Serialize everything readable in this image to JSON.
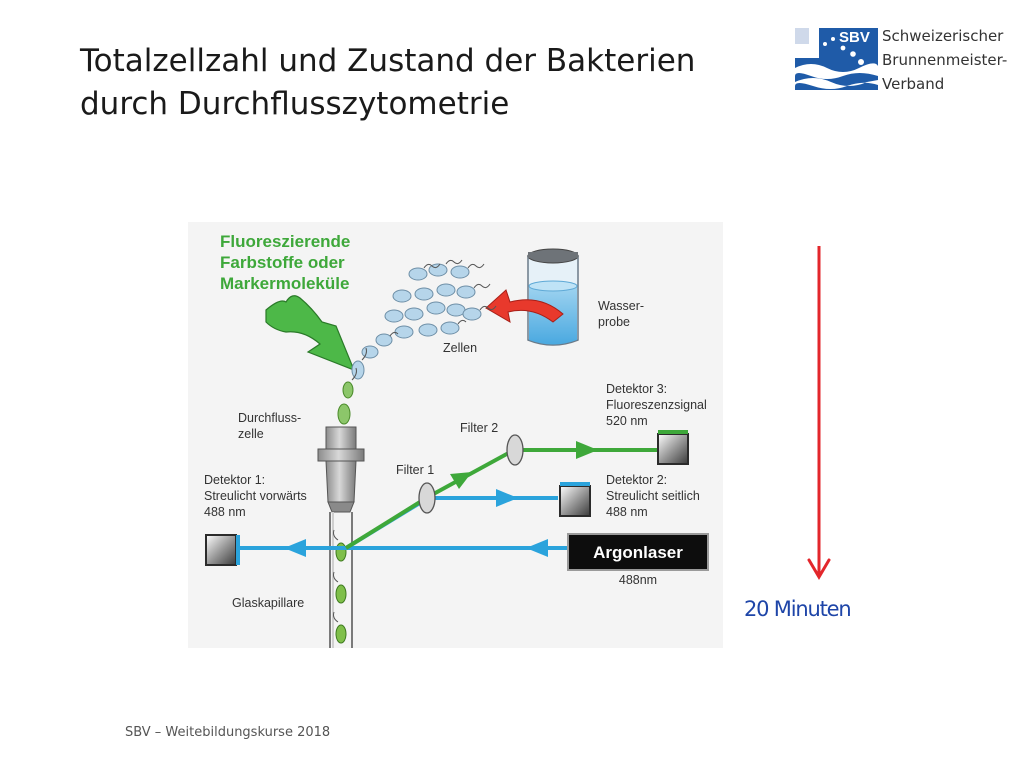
{
  "title_lines": [
    "Totalzellzahl und Zustand der Bakterien",
    "durch Durchflusszytometrie"
  ],
  "logo": {
    "mark_text": "SBV",
    "name_lines": [
      "Schweizerischer",
      "Brunnenmeister-",
      "Verband"
    ]
  },
  "diagram": {
    "dye_label_lines": [
      "Fluoreszierende",
      "Farbstoffe oder",
      "Markermoleküle"
    ],
    "water_sample_lines": [
      "Wasser-",
      "probe"
    ],
    "cells": "Zellen",
    "flow_cell_lines": [
      "Durchfluss-",
      "zelle"
    ],
    "filter2": "Filter 2",
    "filter1": "Filter 1",
    "detector3_lines": [
      "Detektor 3:",
      "Fluoreszenzsignal",
      "520 nm"
    ],
    "detector2_lines": [
      "Detektor 2:",
      "Streulicht seitlich",
      "488 nm"
    ],
    "detector1_lines": [
      "Detektor 1:",
      "Streulicht vorwärts",
      "488 nm"
    ],
    "laser": "Argonlaser",
    "laser_wavelength": "488nm",
    "capillary": "Glaskapillare"
  },
  "duration": "20 Minuten",
  "footer": "SBV – Weitebildungskurse 2018",
  "colors": {
    "title": "#1a1a1a",
    "logo_blue": "#1f5ba8",
    "laser_blue": "#2aa3dc",
    "fluorescence_green": "#3ea83a",
    "time_arrow_red": "#e3262b",
    "duration_text": "#1e45a8"
  }
}
